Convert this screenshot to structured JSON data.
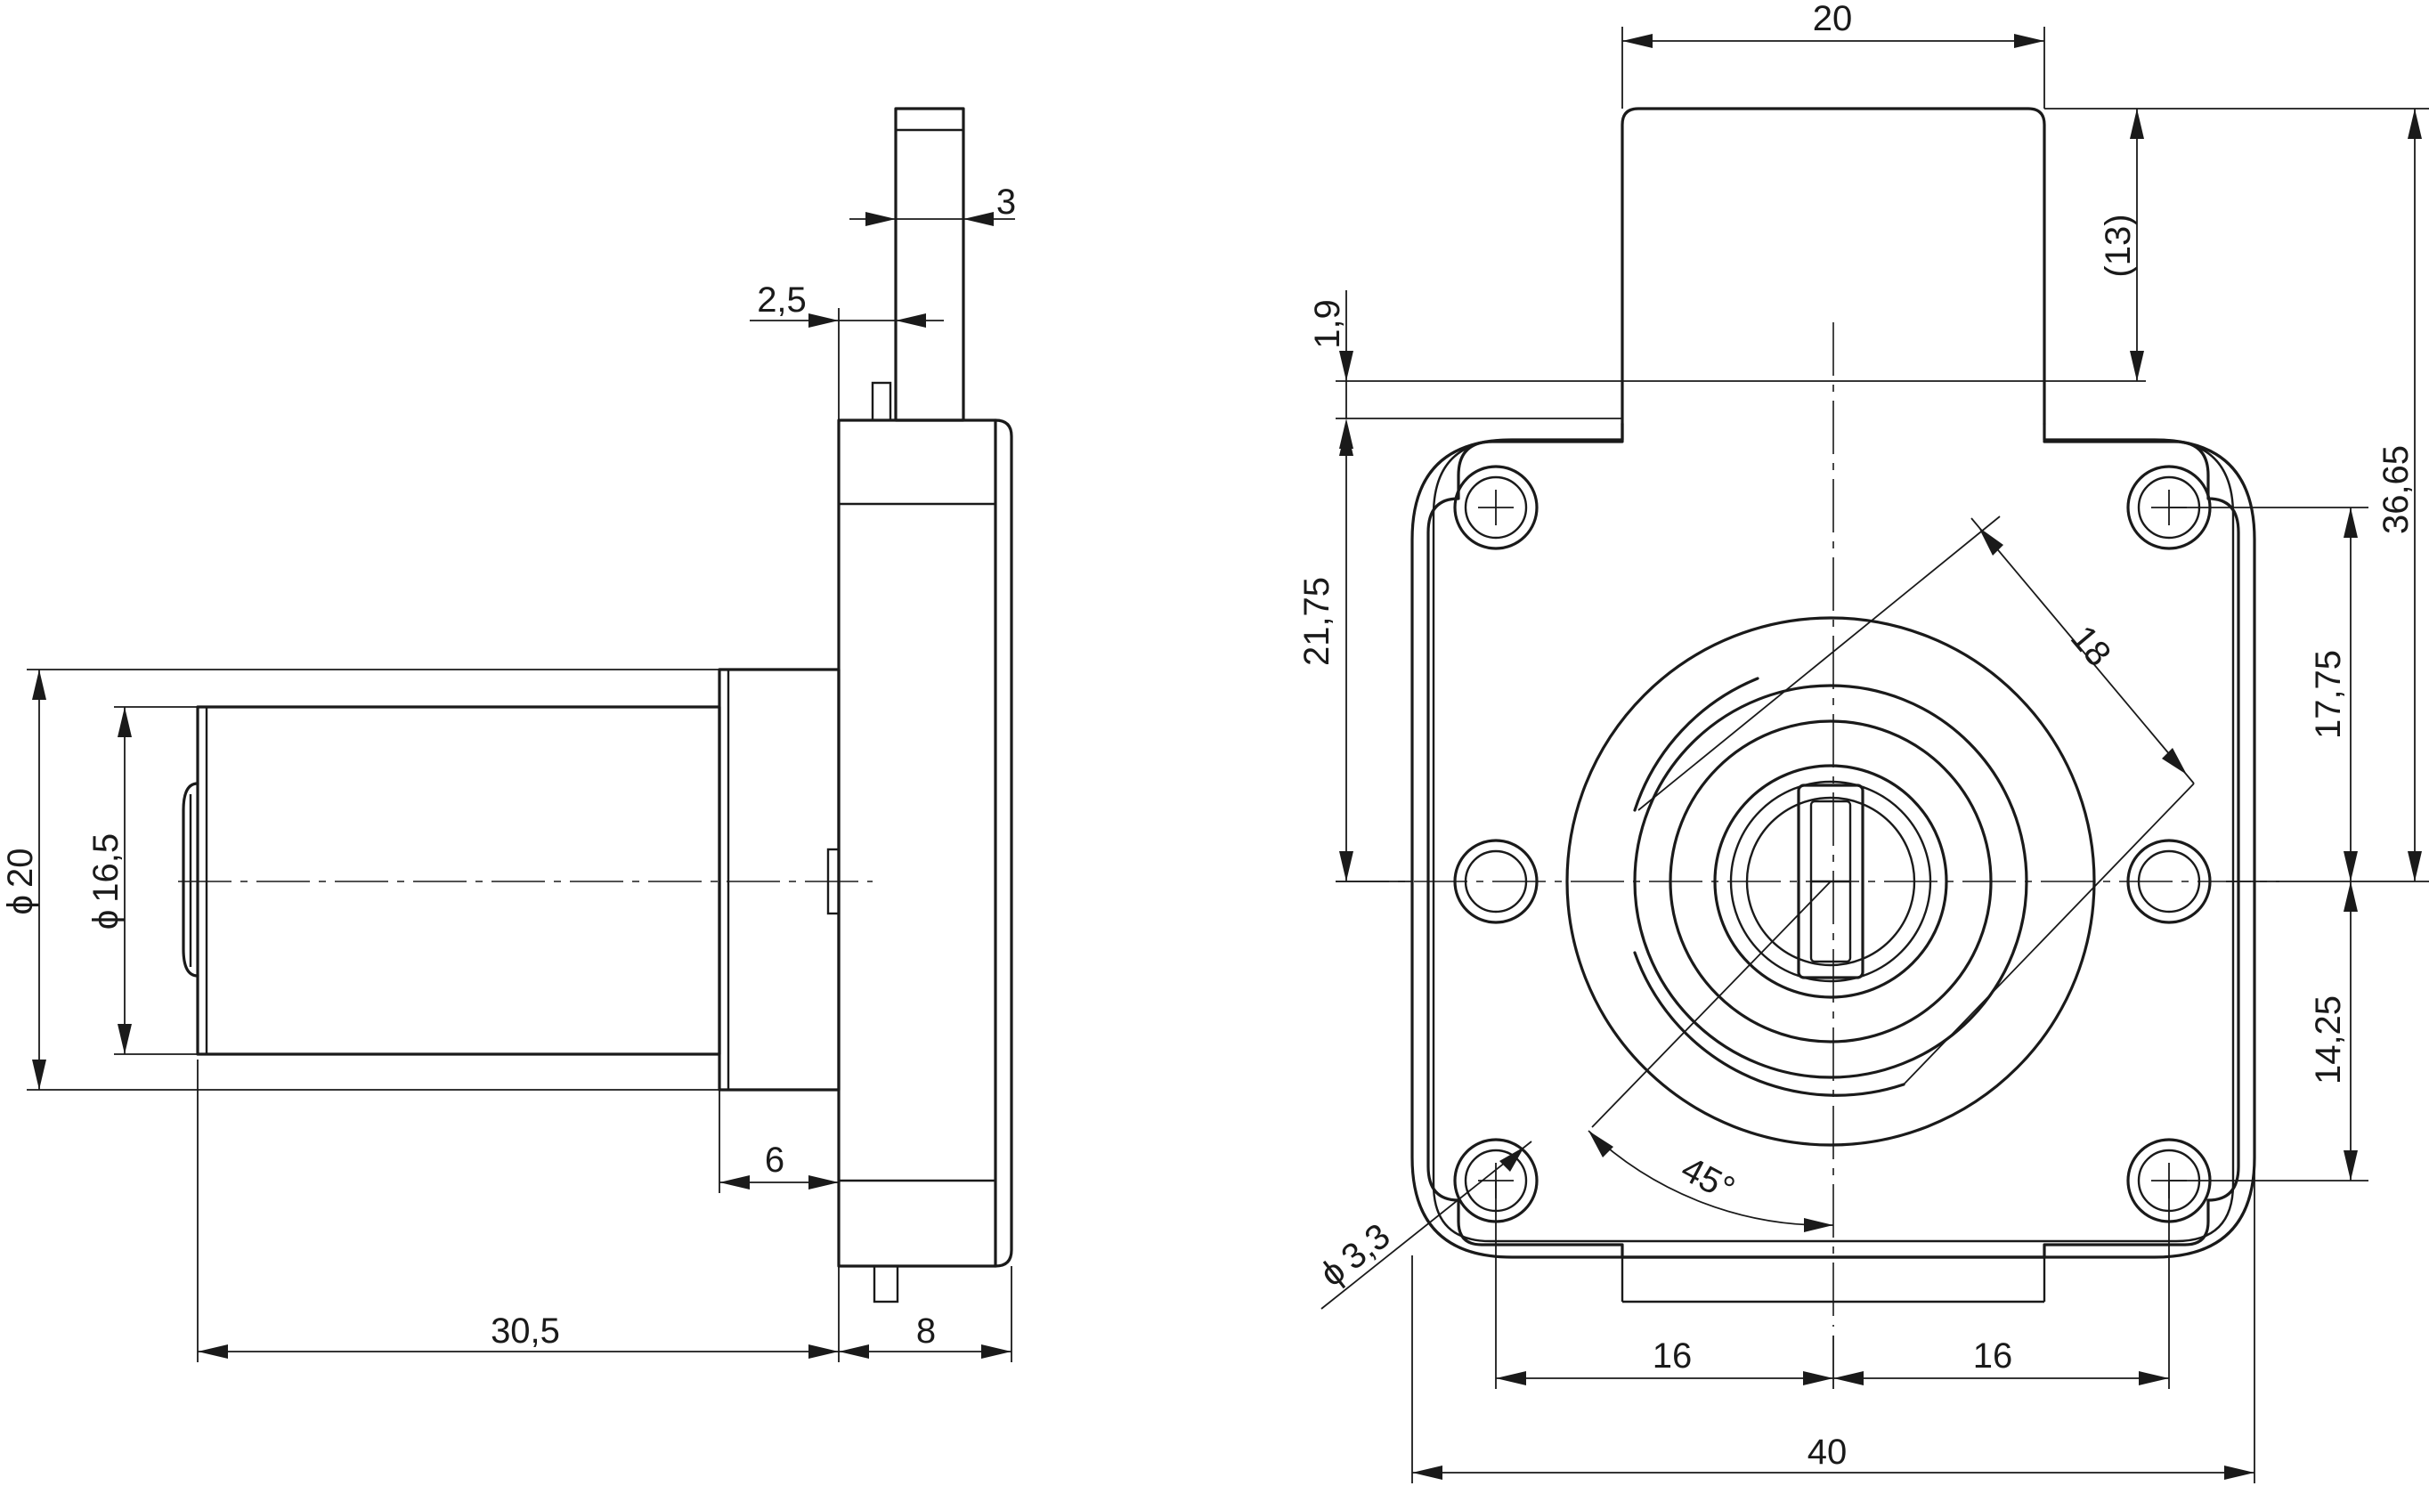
{
  "side_view": {
    "dims": {
      "d20": "20",
      "d16_5": "16,5",
      "w30_5": "30,5",
      "w8": "8",
      "w6": "6",
      "w3": "3",
      "w2_5": "2,5"
    }
  },
  "front_view": {
    "dims": {
      "w20": "20",
      "h13": "(13)",
      "h1_9": "1,9",
      "h21_75": "21,75",
      "h36_65": "36,65",
      "h17_75": "17,75",
      "h14_25": "14,25",
      "d18": "18",
      "a45": "45°",
      "d3_3": "3,3",
      "w16_left": "16",
      "w16_right": "16",
      "w40": "40"
    }
  },
  "symbols": {
    "diameter": "ϕ"
  }
}
